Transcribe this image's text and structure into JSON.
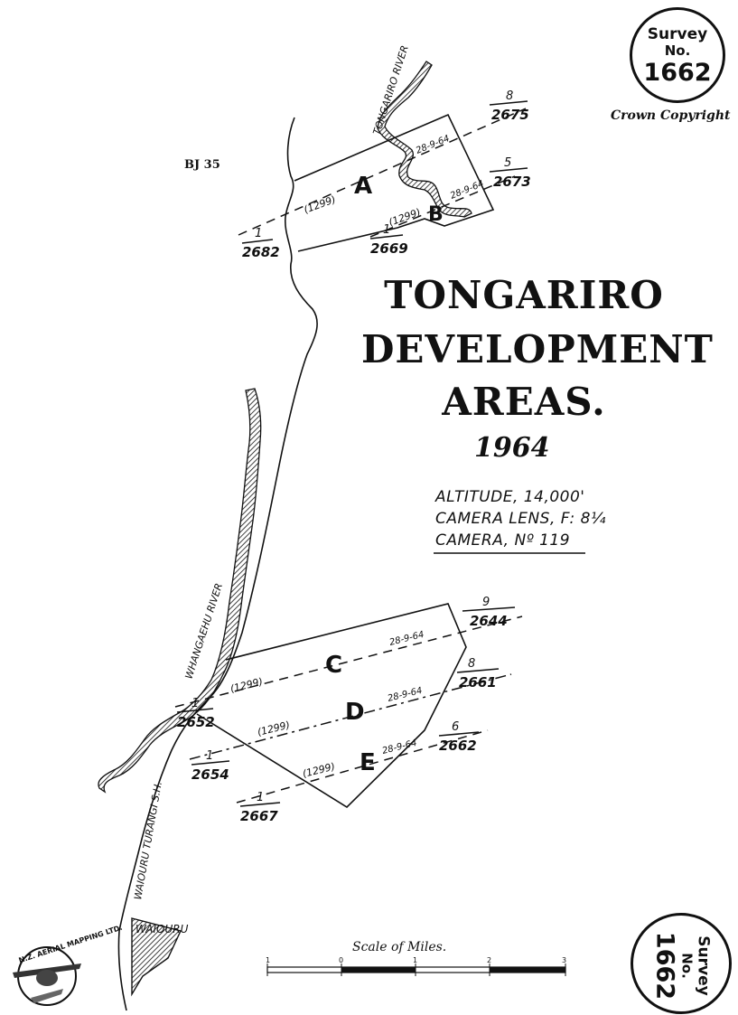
{
  "map_header": {
    "survey_badge_top": {
      "line1": "Survey",
      "line2": "No.",
      "number": "1662"
    },
    "copyright": "Crown Copyright",
    "sheet_code": "BJ 35"
  },
  "title": {
    "line1": "TONGARIRO",
    "line2": "DEVELOPMENT",
    "line3": "AREAS.",
    "year": "1964"
  },
  "flight_info": {
    "altitude": "ALTITUDE, 14,000'",
    "lens": "CAMERA LENS, F: 8¼",
    "camera": "CAMERA, Nº 119"
  },
  "rivers": {
    "tongariro": "TONGARIRO RIVER",
    "whangaehu": "WHANGAEHU RIVER"
  },
  "road_label": "WAIOURU TURANGI S.H.",
  "town_label": "WAIOURU",
  "areas": [
    {
      "letter": "A",
      "run": "(1299)",
      "date": "28-9-64",
      "start": {
        "top": "1",
        "bottom": "2682"
      },
      "end": {
        "top": "8",
        "bottom": "2675"
      }
    },
    {
      "letter": "B",
      "run": "(1299)",
      "date": "28-9-64",
      "start": {
        "top": "1",
        "bottom": "2669"
      },
      "end": {
        "top": "5",
        "bottom": "2673"
      }
    },
    {
      "letter": "C",
      "run": "(1299)",
      "date": "28-9-64",
      "start": {
        "top": "1",
        "bottom": "2652"
      },
      "end": {
        "top": "9",
        "bottom": "2644"
      }
    },
    {
      "letter": "D",
      "run": "(1299)",
      "date": "28-9-64",
      "start": {
        "top": "1",
        "bottom": "2654"
      },
      "end": {
        "top": "8",
        "bottom": "2661"
      }
    },
    {
      "letter": "E",
      "run": "(1299)",
      "date": "28-9-64",
      "start": {
        "top": "1",
        "bottom": "2667"
      },
      "end": {
        "top": "6",
        "bottom": "2662"
      }
    }
  ],
  "scale": {
    "label": "Scale of Miles.",
    "ticks": [
      "1",
      "0",
      "1",
      "2",
      "3"
    ]
  },
  "logo_text": "N.Z. AERIAL MAPPING LTD.",
  "survey_badge_bottom": {
    "line1": "Survey",
    "line2": "No.",
    "number": "1662"
  }
}
